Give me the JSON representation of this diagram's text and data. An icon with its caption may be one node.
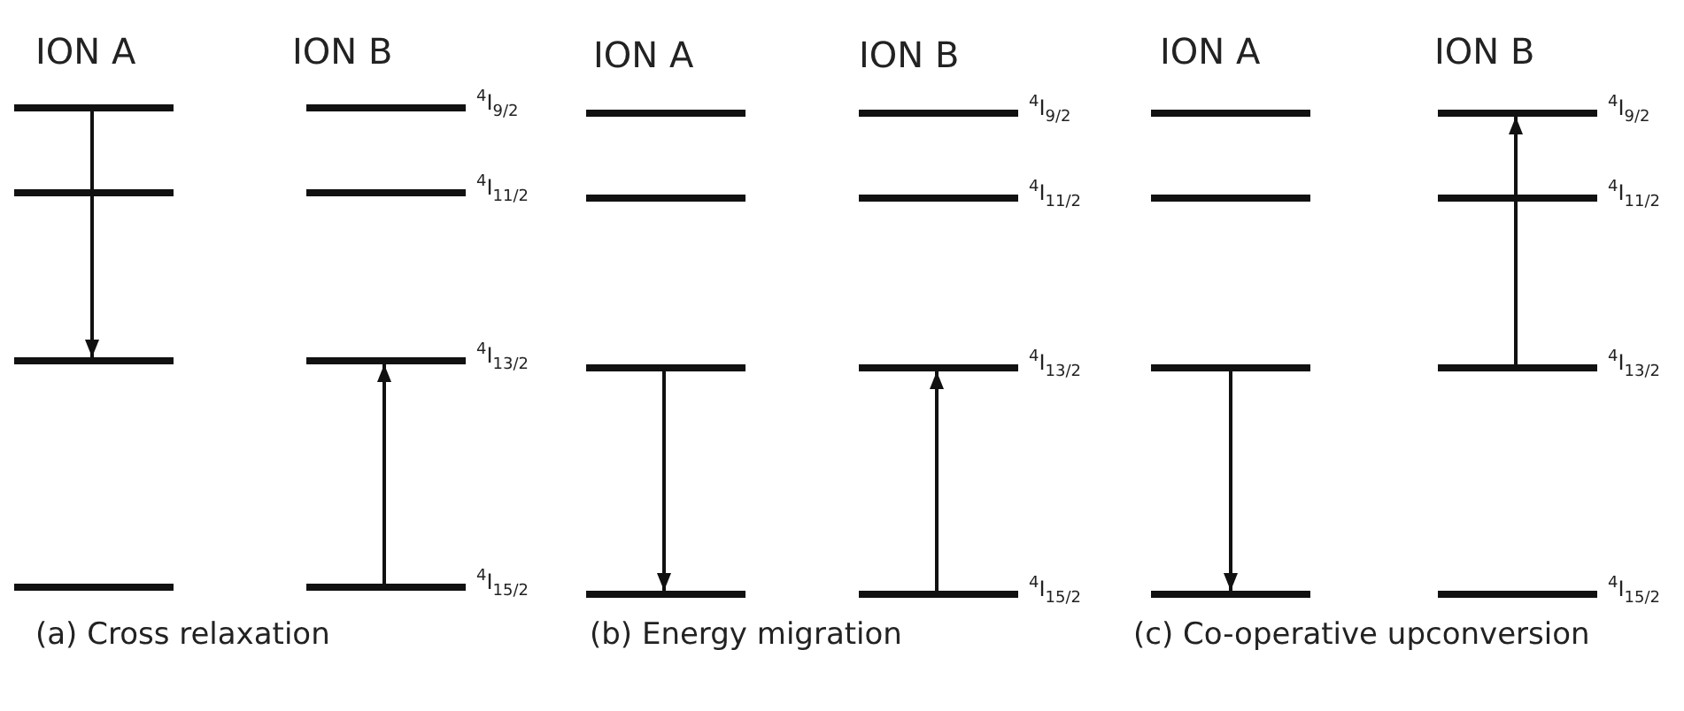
{
  "diagram": {
    "nodes": [
      {
        "text": [],
        "shape": "bar"
      },
      {
        "text": [],
        "shape": "bar"
      },
      {
        "text": [],
        "shape": "bar"
      },
      {
        "text": [],
        "shape": "bar"
      },
      {
        "text": [
          "$^{4}$I$_{9/2}$"
        ]
      },
      {
        "text": [
          "$^{4}$I$_{11/2}$"
        ]
      },
      {
        "text": [
          "$^{4}$I$_{13/2}$"
        ]
      },
      {
        "text": [
          "$^{4}$I$_{15/2}$"
        ]
      },
      {
        "text": [],
        "shape": "bar"
      },
      {
        "text": [],
        "shape": "bar"
      },
      {
        "text": [],
        "shape": "bar"
      },
      {
        "text": [],
        "shape": "bar"
      },
      {
        "text": [
          "$^{4}$I$_{9/2}$"
        ]
      },
      {
        "text": [
          "$^{4}$I$_{11/2}$"
        ]
      },
      {
        "text": [
          "$^{4}$I$_{13/2}$"
        ]
      },
      {
        "text": [
          "$^{4}$I$_{15/2}$"
        ]
      },
      {
        "text": [],
        "shape": "bar"
      },
      {
        "text": [],
        "shape": "bar"
      },
      {
        "text": [],
        "shape": "bar"
      },
      {
        "text": [],
        "shape": "bar"
      },
      {
        "text": [
          "$^{4}$I$_{9/2}$"
        ]
      },
      {
        "text": [
          "$^{4}$I$_{11/2}$"
        ]
      },
      {
        "text": [
          "$^{4}$I$_{13/2}$"
        ]
      },
      {
        "text": [
          "$^{4}$I$_{15/2}$"
        ]
      }
    ],
    "edges": [
      {
        "from": 0,
        "to": 2,
        "arrow": "to"
      },
      {
        "from": 7,
        "to": 6,
        "arrow": "to"
      },
      {
        "from": 10,
        "to": 11,
        "arrow": "to"
      },
      {
        "from": 15,
        "to": 14,
        "arrow": "to"
      },
      {
        "from": 18,
        "to": 19,
        "arrow": "to"
      },
      {
        "from": 22,
        "to": 20,
        "arrow": "to"
      }
    ],
    "labels": [
      "ION A",
      "ION B",
      "ION A",
      "ION B",
      "ION A",
      "ION B",
      "(a) Cross relaxation",
      "(b) Energy migration",
      "(c) Co-operative upconversion"
    ]
  }
}
